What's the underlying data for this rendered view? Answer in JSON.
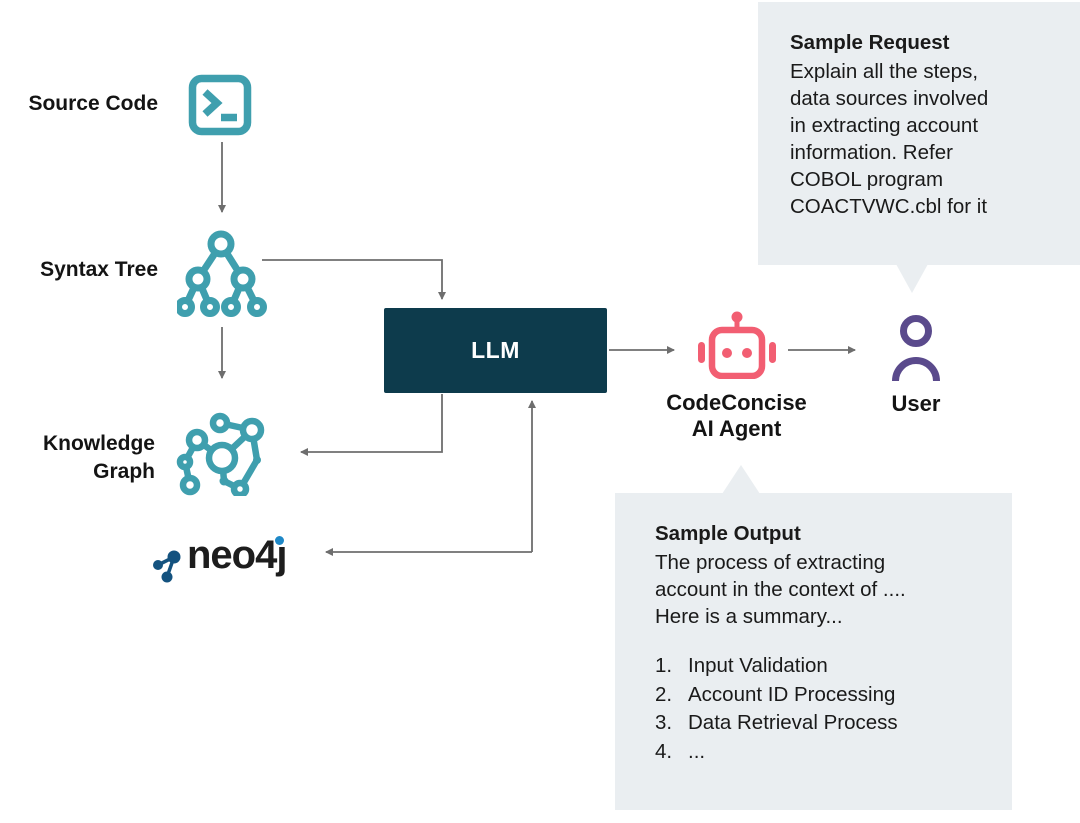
{
  "diagram": {
    "nodes": {
      "source_code": {
        "label": "Source Code",
        "icon": "terminal-icon"
      },
      "syntax_tree": {
        "label": "Syntax Tree",
        "icon": "syntax-tree-icon"
      },
      "knowledge_graph": {
        "label_lines": [
          "Knowledge",
          "Graph"
        ],
        "icon": "knowledge-graph-icon"
      },
      "neo4j": {
        "label": "neo4j",
        "wordmark_head": "neo4",
        "wordmark_tail_dotless_j": "ȷ"
      },
      "llm": {
        "label": "LLM"
      },
      "agent": {
        "label_lines": [
          "CodeConcise",
          "AI Agent"
        ],
        "icon": "robot-icon"
      },
      "user": {
        "label": "User",
        "icon": "person-icon"
      }
    },
    "callouts": {
      "request": {
        "title": "Sample Request",
        "lines": [
          "Explain all the steps,",
          "data sources involved",
          "in extracting account",
          "information. Refer",
          "COBOL program",
          "COACTVWC.cbl for it"
        ]
      },
      "output": {
        "title": "Sample Output",
        "lines": [
          "The process of extracting",
          "account in the context of ....",
          "Here is a summary..."
        ],
        "list": [
          "Input Validation",
          "Account ID Processing",
          "Data Retrieval Process",
          "..."
        ]
      }
    },
    "colors": {
      "teal": "#3F9FAE",
      "dark_teal": "#0D3B4C",
      "pink": "#F25E72",
      "purple": "#5A4A8C",
      "callout_bg": "#EAEEF1",
      "arrow": "#6E6E6E",
      "neo4j_navy": "#14527F",
      "neo4j_blue": "#1E88C7",
      "text": "#141414"
    }
  }
}
